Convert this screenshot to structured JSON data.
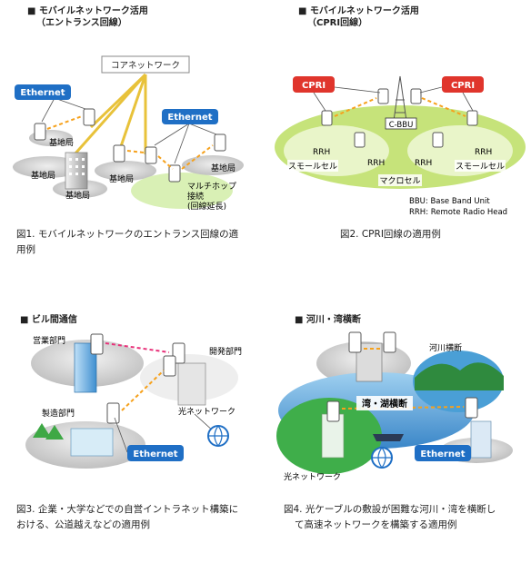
{
  "panel1": {
    "heading_line1": "■ モバイルネットワーク活用",
    "heading_line2": "（エントランス回線）",
    "core_network": "コアネットワーク",
    "ethernet_left": "Ethernet",
    "ethernet_right": "Ethernet",
    "base_station_1": "基地局",
    "base_station_2": "基地局",
    "base_station_3": "基地局",
    "base_station_4": "基地局",
    "base_station_5": "基地局",
    "multihop_line1": "マルチホップ",
    "multihop_line2": "接続",
    "multihop_line3": "(回線延長)",
    "caption_line1": "図1. モバイルネットワークのエントランス回線の適",
    "caption_line2": "用例"
  },
  "panel2": {
    "heading_line1": "■ モバイルネットワーク活用",
    "heading_line2": "（CPRI回線）",
    "cpri_left": "CPRI",
    "cpri_right": "CPRI",
    "cbbu": "C-BBU",
    "rrh_1": "RRH",
    "rrh_2": "RRH",
    "rrh_3": "RRH",
    "rrh_4": "RRH",
    "small_cell_left": "スモールセル",
    "small_cell_right": "スモールセル",
    "macro_cell": "マクロセル",
    "legend_bbu": "BBU: Base Band Unit",
    "legend_rrh": "RRH: Remote Radio Head",
    "caption": "図2. CPRI回線の適用例"
  },
  "panel3": {
    "heading": "■ ビル間通信",
    "sales": "営業部門",
    "development": "開発部門",
    "manufacturing": "製造部門",
    "optical_network": "光ネットワーク",
    "ethernet": "Ethernet",
    "caption_line1": "図3. 企業・大学などでの自営イントラネット構築に",
    "caption_line2": "おける、公道越えなどの適用例"
  },
  "panel4": {
    "heading": "■ 河川・湾横断",
    "river_crossing": "河川横断",
    "bay_lake_crossing": "湾・湖横断",
    "optical_network": "光ネットワーク",
    "ethernet": "Ethernet",
    "caption_line1": "図4. 光ケーブルの敷設が困難な河川・湾を横断し",
    "caption_line2": "て高速ネットワークを構築する適用例"
  },
  "colors": {
    "ethernet_blue": "#1f6fc5",
    "cpri_red": "#e0352c",
    "cell_green": "#c6e37a",
    "ground_gray": "#c9c9c9",
    "beam_orange": "#f6a11c",
    "beam_pink": "#e8327a"
  }
}
